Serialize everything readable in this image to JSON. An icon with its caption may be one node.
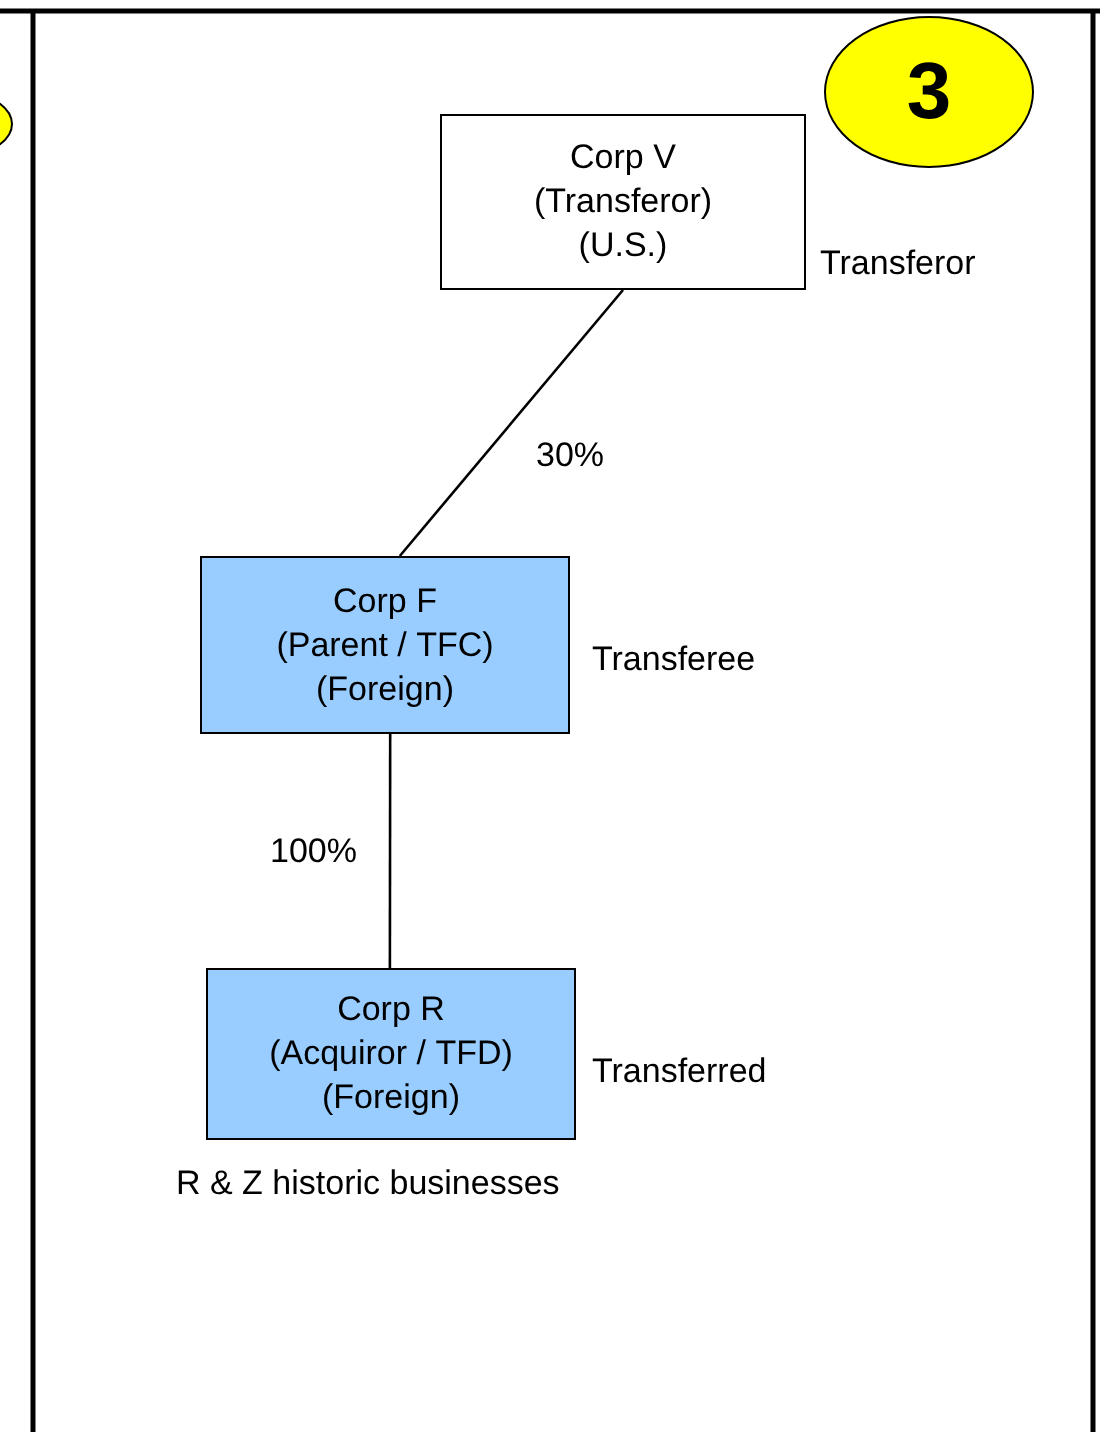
{
  "diagram": {
    "nodes": [
      {
        "text": [
          "Corp V (Transferor) (U.S.)"
        ],
        "beside": [
          "Transferor"
        ]
      },
      {
        "text": [
          "3"
        ]
      },
      {
        "text": [
          "Corp F (Parent / TFC) (Foreign)"
        ],
        "beside": [
          "Transferee"
        ]
      },
      {
        "text": [
          "Corp R (Acquiror / TFD) (Foreign)"
        ],
        "beside": [
          "Transferred",
          "R & Z historic businesses"
        ]
      }
    ],
    "edges": [
      {
        "from": 0,
        "to": 2,
        "arrow": "none",
        "label": "30%"
      },
      {
        "from": 2,
        "to": 3,
        "arrow": "none",
        "label": "100%"
      }
    ]
  }
}
